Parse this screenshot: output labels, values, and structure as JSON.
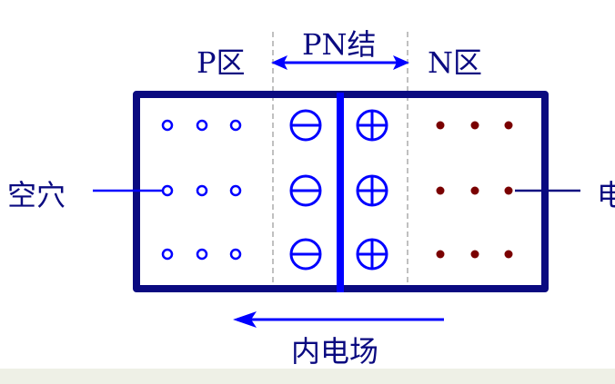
{
  "labels": {
    "p_region": "P区",
    "pn_junction": "PN结",
    "n_region": "N区",
    "hole": "空穴",
    "electron": "电",
    "internal_field": "内电场"
  },
  "grid": {
    "rows": 3,
    "hole_columns": 3,
    "electron_columns": 3,
    "negative_ion_columns": 1,
    "positive_ion_columns": 1
  },
  "colors": {
    "frame": "#0a0a80",
    "accent": "#0000ff",
    "hole": "#0000ff",
    "electron": "#7a0000",
    "dash": "#808080",
    "band": "#eef0e6"
  }
}
